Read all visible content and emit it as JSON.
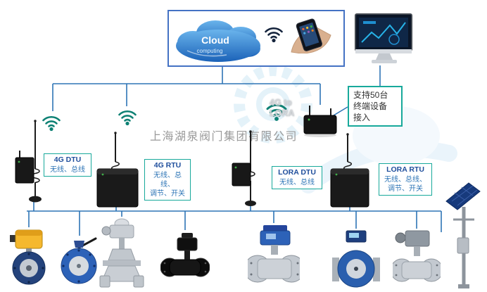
{
  "watermark": {
    "company": "上海湖泉阀门集团有限公司"
  },
  "cloud_box": {
    "cloud_title": "Cloud",
    "cloud_subtitle": "computing"
  },
  "bridge_label": {
    "line1": "4G to",
    "line2": "LORA"
  },
  "callout": {
    "line1": "支持50台",
    "line2": "终端设备",
    "line3": "接入"
  },
  "nodes": [
    {
      "name": "4G DTU",
      "desc1": "无线、总线",
      "desc2": ""
    },
    {
      "name": "4G RTU",
      "desc1": "无线、总线、",
      "desc2": "调节、开关"
    },
    {
      "name": "LORA DTU",
      "desc1": "无线、总线",
      "desc2": ""
    },
    {
      "name": "LORA RTU",
      "desc1": "无线、总线、",
      "desc2": "调节、开关"
    }
  ],
  "colors": {
    "connector_blue": "#2e75b6",
    "top_box_border": "#4472c4",
    "label_border_teal": "#18a99b",
    "wifi_teal": "#0e8174",
    "node_name_blue": "#1f4e9c",
    "watermark_gray": "#9a9a9a"
  },
  "icons": {
    "wifi_icon": "wifi signal arcs",
    "antenna_icon": "whip antenna with coil base",
    "cloud_icon": "cloud computing cloud",
    "phone_icon": "hand holding smartphone",
    "monitor_icon": "desktop computer monitor",
    "gateway_icon": "4g-lora gateway device",
    "solar_icon": "solar panel on pole"
  }
}
